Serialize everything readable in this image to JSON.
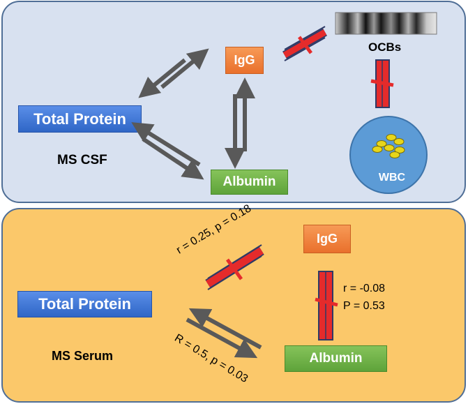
{
  "csf": {
    "total_protein": "Total Protein",
    "igg": "IgG",
    "albumin": "Albumin",
    "ocbs": "OCBs",
    "wbc": "WBC",
    "panel_label": "MS CSF"
  },
  "serum": {
    "total_protein": "Total Protein",
    "igg": "IgG",
    "albumin": "Albumin",
    "panel_label": "MS Serum",
    "stat_tp_igg": "r = 0.25, p = 0.18",
    "stat_igg_alb_r": "r = -0.08",
    "stat_igg_alb_p": "P = 0.53",
    "stat_tp_alb": "R = 0.5, p = 0.03"
  },
  "colors": {
    "csf_bg": "#d8e1f0",
    "serum_bg": "#fbc86a",
    "blue_box": "#3a72d4",
    "orange_box": "#ef8240",
    "green_box": "#6cb046",
    "arrow": "#595959",
    "broken_link": "#e52b2b",
    "wbc_circle": "#5c9bd6",
    "cell": "#e8d61a"
  }
}
